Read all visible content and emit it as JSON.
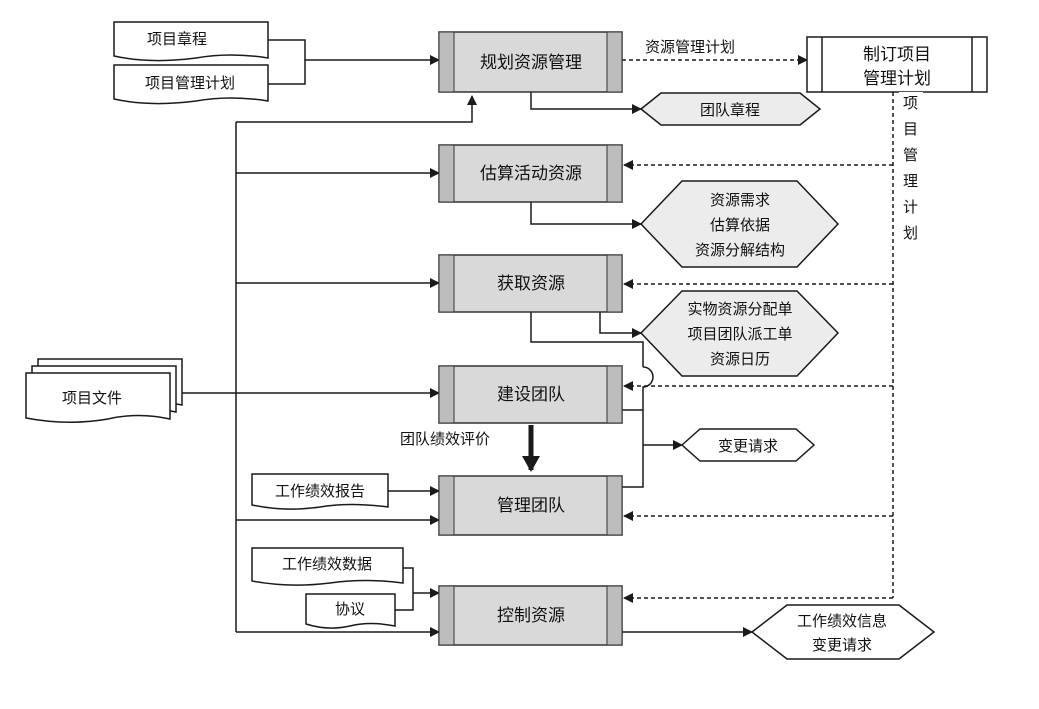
{
  "processes": {
    "plan_resource_mgmt": "规划资源管理",
    "estimate_activity_resources": "估算活动资源",
    "acquire_resources": "获取资源",
    "develop_team": "建设团队",
    "manage_team": "管理团队",
    "control_resources": "控制资源",
    "develop_pm_plan_line1": "制订项目",
    "develop_pm_plan_line2": "管理计划"
  },
  "documents": {
    "project_charter": "项目章程",
    "project_mgmt_plan": "项目管理计划",
    "project_documents": "项目文件",
    "work_performance_reports": "工作绩效报告",
    "work_performance_data": "工作绩效数据",
    "agreements": "协议"
  },
  "outputs": {
    "team_charter": "团队章程",
    "estimate_outputs": [
      "资源需求",
      "估算依据",
      "资源分解结构"
    ],
    "acquire_outputs": [
      "实物资源分配单",
      "项目团队派工单",
      "资源日历"
    ],
    "change_requests": "变更请求",
    "control_outputs": [
      "工作绩效信息",
      "变更请求"
    ]
  },
  "labels": {
    "resource_mgmt_plan": "资源管理计划",
    "team_performance_assessments": "团队绩效评价",
    "project_mgmt_plan_vertical": [
      "项",
      "目",
      "管",
      "理",
      "计",
      "划"
    ]
  },
  "colors": {
    "process_fill": "#d9d9d9",
    "process_side": "#bdbdbd",
    "line": "#1a1a1a",
    "background": "#ffffff"
  }
}
